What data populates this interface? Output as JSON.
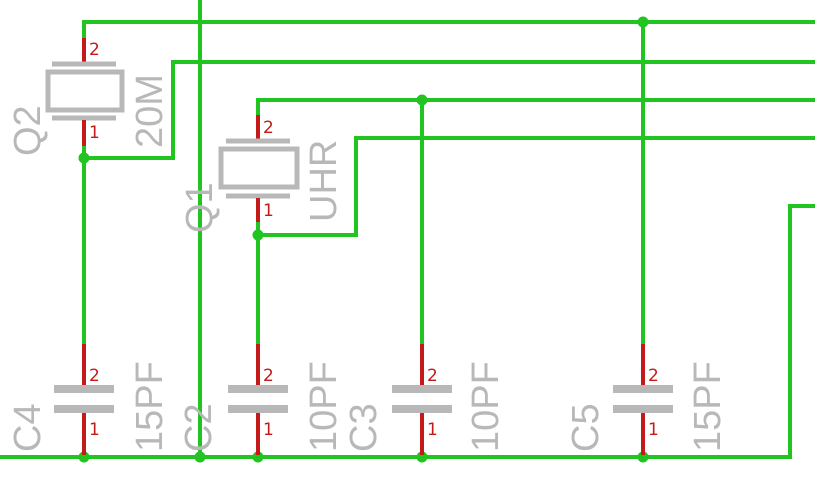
{
  "components": {
    "Q2": {
      "name": "Q2",
      "value": "20M",
      "pin_top": "2",
      "pin_bottom": "1"
    },
    "Q1": {
      "name": "Q1",
      "value": "UHR",
      "pin_top": "2",
      "pin_bottom": "1"
    },
    "C4": {
      "name": "C4",
      "value": "15PF",
      "pin_top": "2",
      "pin_bottom": "1"
    },
    "C2": {
      "name": "C2",
      "value": "10PF",
      "pin_top": "2",
      "pin_bottom": "1"
    },
    "C3": {
      "name": "C3",
      "value": "10PF",
      "pin_top": "2",
      "pin_bottom": "1"
    },
    "C5": {
      "name": "C5",
      "value": "15PF",
      "pin_top": "2",
      "pin_bottom": "1"
    }
  },
  "colors": {
    "wire": "#22c422",
    "pin": "#c41a1a",
    "component_outline": "#b8b8b8",
    "background": "#ffffff"
  }
}
